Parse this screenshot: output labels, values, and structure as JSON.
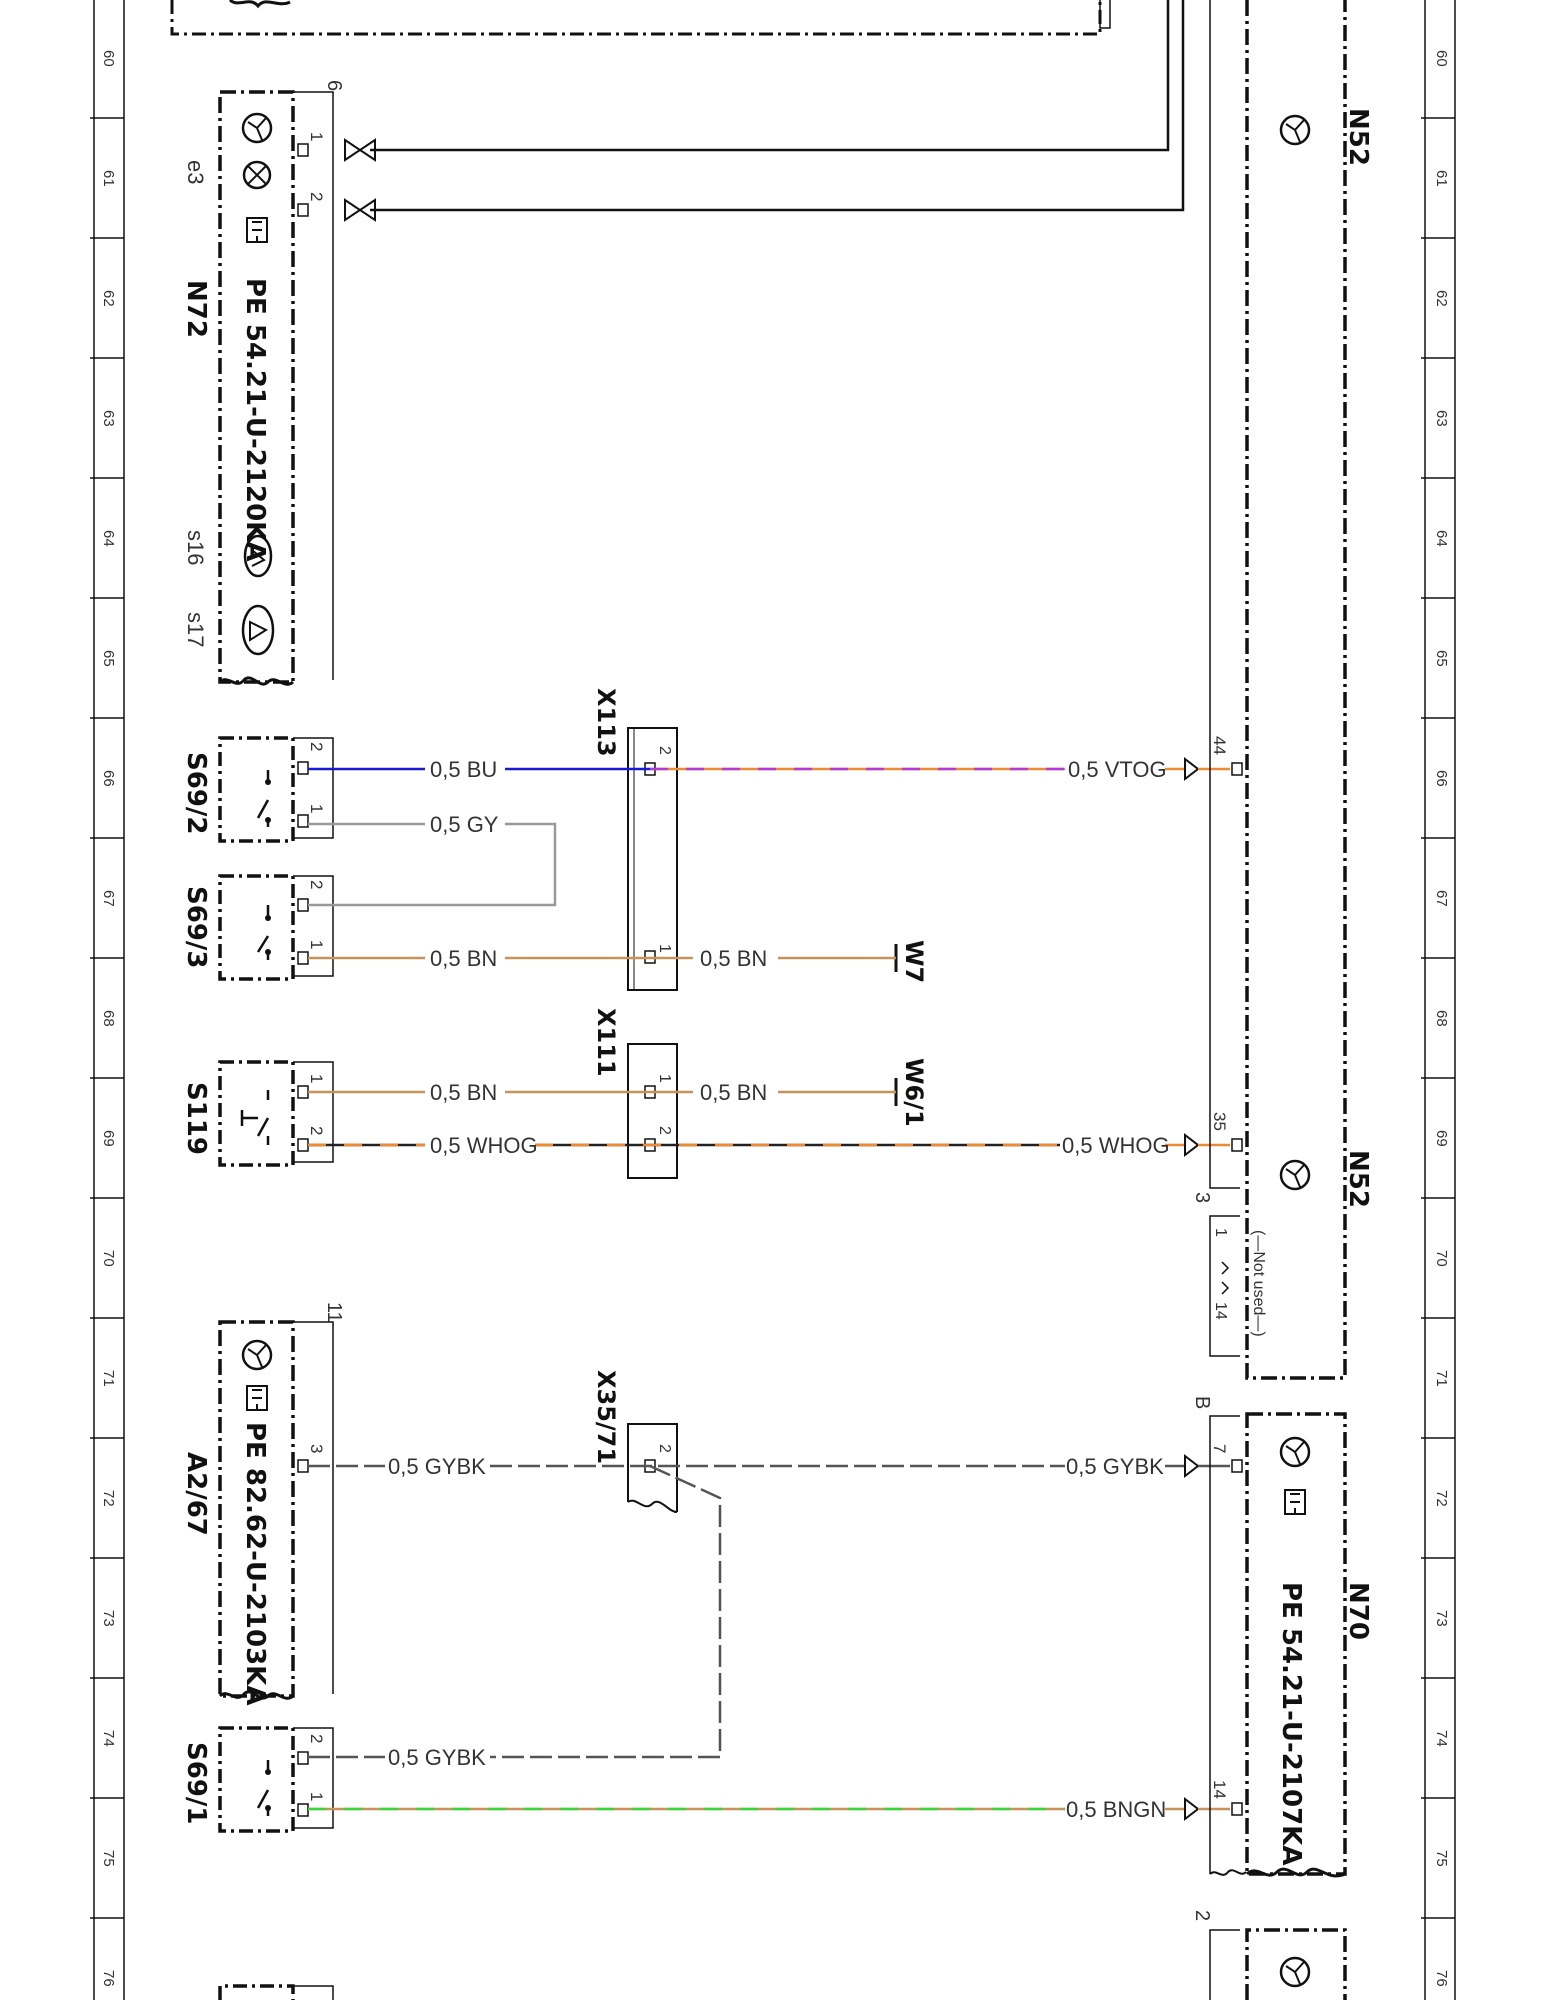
{
  "grid": {
    "rows": [
      "60",
      "61",
      "62",
      "63",
      "64",
      "65",
      "66",
      "67",
      "68",
      "69",
      "70",
      "71",
      "72",
      "73",
      "74",
      "75",
      "76"
    ]
  },
  "components": {
    "n72": {
      "id": "N72",
      "ref": "PE 54.21-U-2120KA",
      "top_number": "6",
      "label_e3": "e3",
      "label_s16": "s16",
      "label_s17": "s17",
      "pins": [
        "1",
        "2"
      ]
    },
    "s69_2": {
      "id": "S69/2",
      "pins": [
        "2",
        "1"
      ]
    },
    "s69_3": {
      "id": "S69/3",
      "pins": [
        "2",
        "1"
      ]
    },
    "s119": {
      "id": "S119",
      "pins": [
        "1",
        "2"
      ]
    },
    "a2_67": {
      "id": "A2/67",
      "ref": "PE 82.62-U-2103KA",
      "top_number": "11",
      "pins": [
        "3"
      ]
    },
    "s69_1": {
      "id": "S69/1",
      "pins": [
        "2",
        "1"
      ]
    },
    "x113": {
      "id": "X113",
      "pins": [
        "2",
        "1"
      ]
    },
    "x111": {
      "id": "X111",
      "pins": [
        "1",
        "2"
      ]
    },
    "x35_71": {
      "id": "X35/71",
      "pins": [
        "2"
      ]
    },
    "w7": {
      "id": "W7"
    },
    "w6_1": {
      "id": "W6/1"
    },
    "n52_top": {
      "id": "N52"
    },
    "n52_bottom": {
      "id": "N52",
      "pin_44": "44",
      "pin_35": "35",
      "connector": "3",
      "not_used": "(—Not used—)",
      "nu_pin_from": "1",
      "nu_pin_to": "14"
    },
    "n70": {
      "id": "N70",
      "ref": "PE 54.21-U-2107KA",
      "connector": "B",
      "pins": [
        "7",
        "14"
      ]
    },
    "next_module": {
      "connector": "2"
    }
  },
  "wires": [
    {
      "label": "0,5 BU",
      "color": "#1a1ad6"
    },
    {
      "label": "0,5 VTOG",
      "colors": [
        "#b23bd6",
        "#f08a30"
      ]
    },
    {
      "label": "0,5 GY",
      "color": "#999999"
    },
    {
      "label": "0,5 BN",
      "color": "#c8935a"
    },
    {
      "label": "0,5 WHOG",
      "colors": [
        "#222222",
        "#f08a30"
      ]
    },
    {
      "label": "0,5 GYBK",
      "color": "#555555"
    },
    {
      "label": "0,5 BNGN",
      "colors": [
        "#39d63b",
        "#c8935a"
      ]
    }
  ],
  "wire_labels": {
    "bu": "0,5 BU",
    "vtog": "0,5 VTOG",
    "gy": "0,5 GY",
    "bn": "0,5 BN",
    "whog": "0,5 WHOG",
    "gybk": "0,5 GYBK",
    "bngn": "0,5 BNGN"
  },
  "icons": [
    "transistor-icon",
    "lamp-icon",
    "hand-reference-icon",
    "switch-s16-icon",
    "switch-s17-icon",
    "pushbutton-icon"
  ]
}
